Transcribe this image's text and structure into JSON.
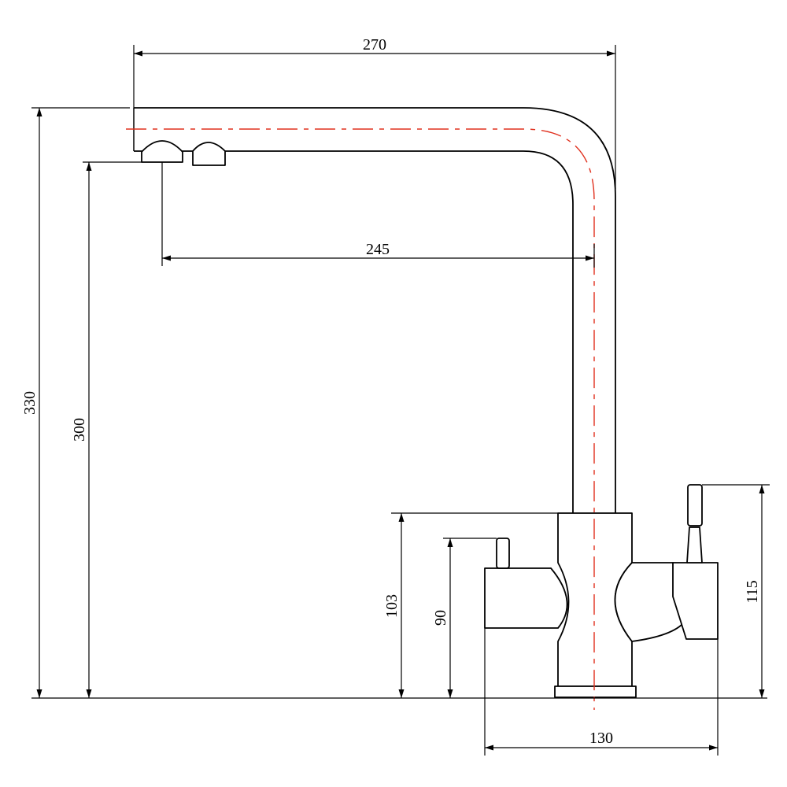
{
  "diagram": {
    "dimensions": {
      "overall_width": "270",
      "spout_reach": "245",
      "overall_height": "330",
      "spout_height": "300",
      "body_height": "103",
      "left_handle_height": "90",
      "right_handle_height": "115",
      "base_width": "130"
    },
    "colors": {
      "outline": "#000000",
      "centerline": "#e0301e",
      "background": "#ffffff"
    }
  }
}
